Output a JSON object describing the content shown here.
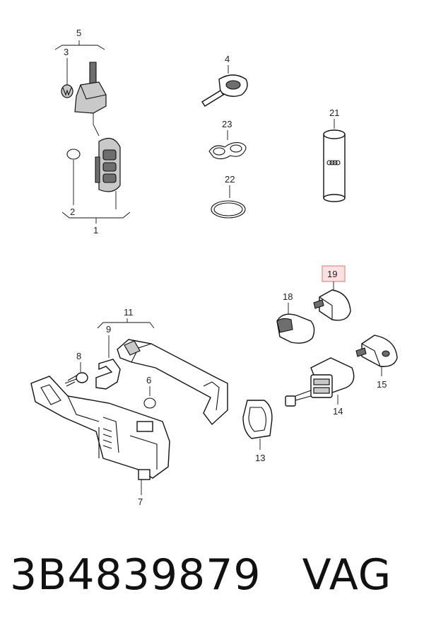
{
  "callouts": {
    "c1": "1",
    "c2": "2",
    "c3": "3",
    "c4": "4",
    "c5": "5",
    "c6": "6",
    "c7": "7",
    "c8": "8",
    "c9": "9",
    "c11": "11",
    "c13": "13",
    "c14": "14",
    "c15": "15",
    "c18": "18",
    "c19": "19",
    "c21": "21",
    "c22": "22",
    "c23": "23"
  },
  "highlight": {
    "callout": "19",
    "color": "#e58a8a"
  },
  "footer": {
    "part_number": "3B4839879",
    "brand": "VAG"
  }
}
